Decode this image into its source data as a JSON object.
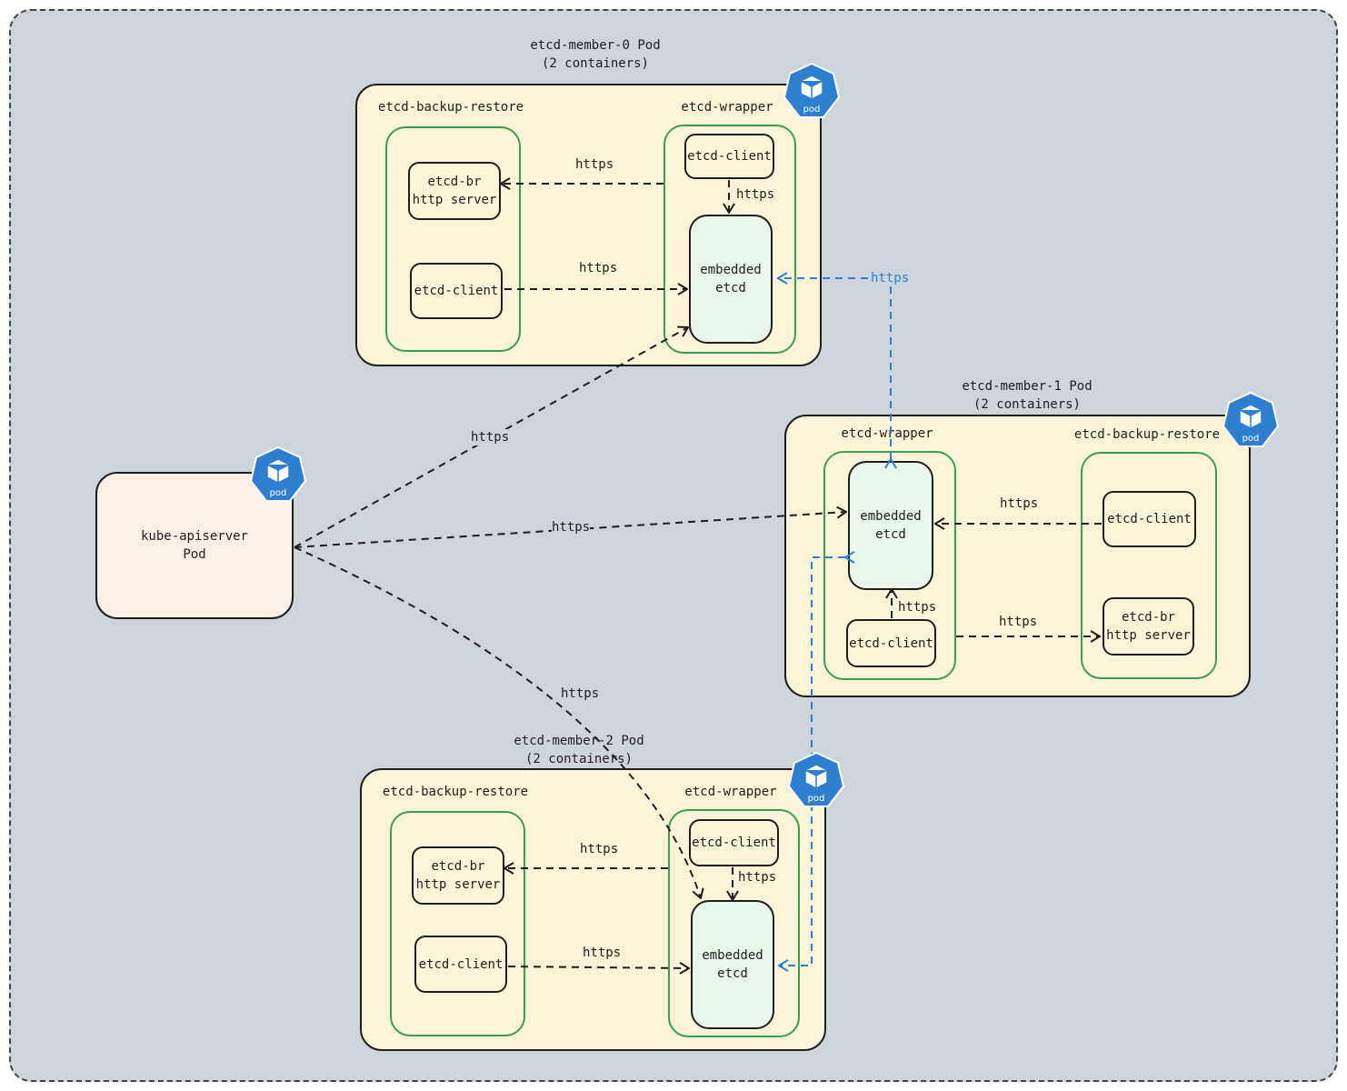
{
  "member0": {
    "title": "etcd-member-0 Pod",
    "subtitle": "(2 containers)",
    "br_label": "etcd-backup-restore",
    "wrapper_label": "etcd-wrapper",
    "br_server": [
      "etcd-br",
      "http server"
    ],
    "br_client": "etcd-client",
    "wrapper_client": "etcd-client",
    "etcd": [
      "embedded",
      "etcd"
    ]
  },
  "member1": {
    "title": "etcd-member-1 Pod",
    "subtitle": "(2 containers)",
    "br_label": "etcd-backup-restore",
    "wrapper_label": "etcd-wrapper",
    "br_server": [
      "etcd-br",
      "http server"
    ],
    "br_client": "etcd-client",
    "wrapper_client": "etcd-client",
    "etcd": [
      "embedded",
      "etcd"
    ]
  },
  "member2": {
    "title": "etcd-member-2 Pod",
    "subtitle": "(2 containers)",
    "br_label": "etcd-backup-restore",
    "wrapper_label": "etcd-wrapper",
    "br_server": [
      "etcd-br",
      "http server"
    ],
    "br_client": "etcd-client",
    "wrapper_client": "etcd-client",
    "etcd": [
      "embedded",
      "etcd"
    ]
  },
  "apiserver": [
    "kube-apiserver",
    "Pod"
  ],
  "pod_icon_text": "pod",
  "edge_label": "https",
  "colors": {
    "canvas": "#ced4dc",
    "pod_fill": "#fbf4d9",
    "container_border": "#3aa047",
    "etcd_fill": "#e8f7ea",
    "apiserver_fill": "#fdf0e6",
    "peer_link": "#2f7fd1",
    "k8s_icon": "#2f7fd1"
  }
}
